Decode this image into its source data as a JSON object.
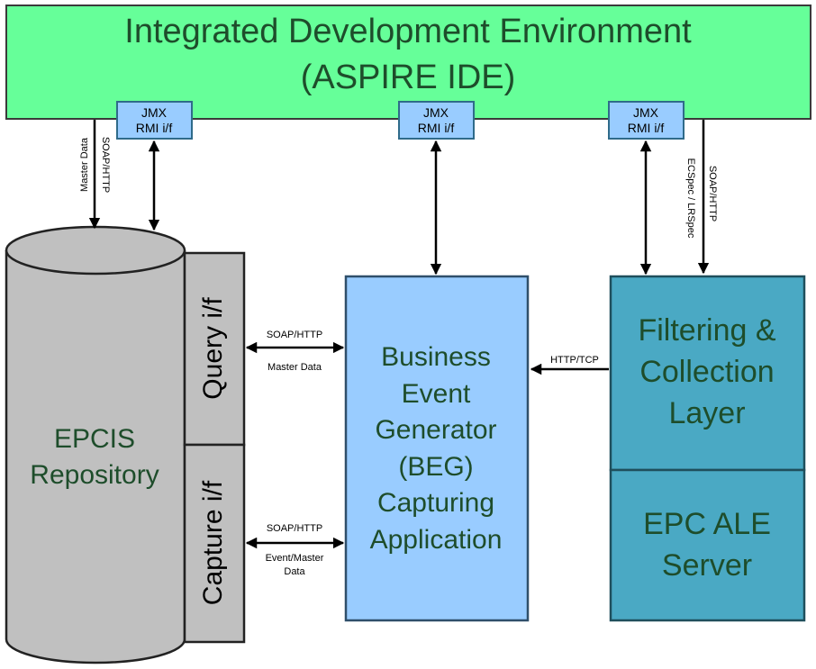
{
  "ide": {
    "title_line1": "Integrated Development Environment",
    "title_line2": "(ASPIRE IDE)"
  },
  "jmx": {
    "line1": "JMX",
    "line2": "RMI i/f"
  },
  "repository": {
    "line1": "EPCIS",
    "line2": "Repository"
  },
  "query_if": "Query i/f",
  "capture_if": "Capture i/f",
  "beg": {
    "lines": [
      "Business",
      "Event",
      "Generator",
      "(BEG)",
      "Capturing",
      "Application"
    ]
  },
  "fc_layer": {
    "lines": [
      "Filtering &",
      "Collection",
      "Layer"
    ]
  },
  "ale_server": {
    "lines": [
      "EPC ALE",
      "Server"
    ]
  },
  "labels": {
    "master_data_vertical": "Master Data",
    "soap_http": "SOAP/HTTP",
    "master_data": "Master Data",
    "event_master_line1": "Event/Master",
    "event_master_line2": "Data",
    "http_tcp": "HTTP/TCP",
    "ecspec_lrspec": "ECSpec / LRSpec"
  },
  "colors": {
    "ide_fill": "#66ff99",
    "jmx_fill": "#99ccff",
    "repository_fill": "#c0c0c0",
    "interface_fill": "#c0c0c0",
    "beg_fill": "#99ccff",
    "ale_fill": "#4aa9c4",
    "text_green": "#1e4d2b"
  }
}
